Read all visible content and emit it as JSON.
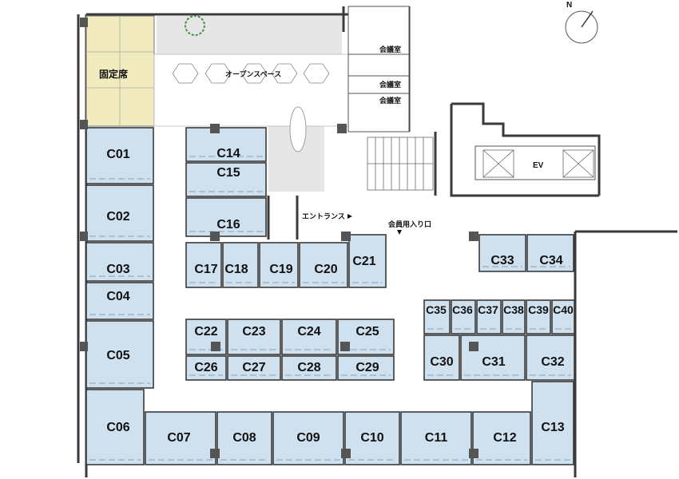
{
  "compass": {
    "north_label": "N"
  },
  "areas": {
    "fixed_seats": "固定席",
    "open_space": "オープンスペース",
    "meeting_room": "会議室",
    "entrance": "エントランス",
    "member_entrance": "会員用入り口",
    "elevator": "EV"
  },
  "rooms": [
    "C01",
    "C02",
    "C03",
    "C04",
    "C05",
    "C06",
    "C07",
    "C08",
    "C09",
    "C10",
    "C11",
    "C12",
    "C13",
    "C14",
    "C15",
    "C16",
    "C17",
    "C18",
    "C19",
    "C20",
    "C21",
    "C22",
    "C23",
    "C24",
    "C25",
    "C26",
    "C27",
    "C28",
    "C29",
    "C30",
    "C31",
    "C32",
    "C33",
    "C34",
    "C35",
    "C36",
    "C37",
    "C38",
    "C39",
    "C40"
  ],
  "colors": {
    "office_fill": "#cfe0ee",
    "fixed_fill": "#f1ebbe",
    "open_fill": "#e6e6e6",
    "wall": "#3a3a3a",
    "pillar": "#555555"
  }
}
